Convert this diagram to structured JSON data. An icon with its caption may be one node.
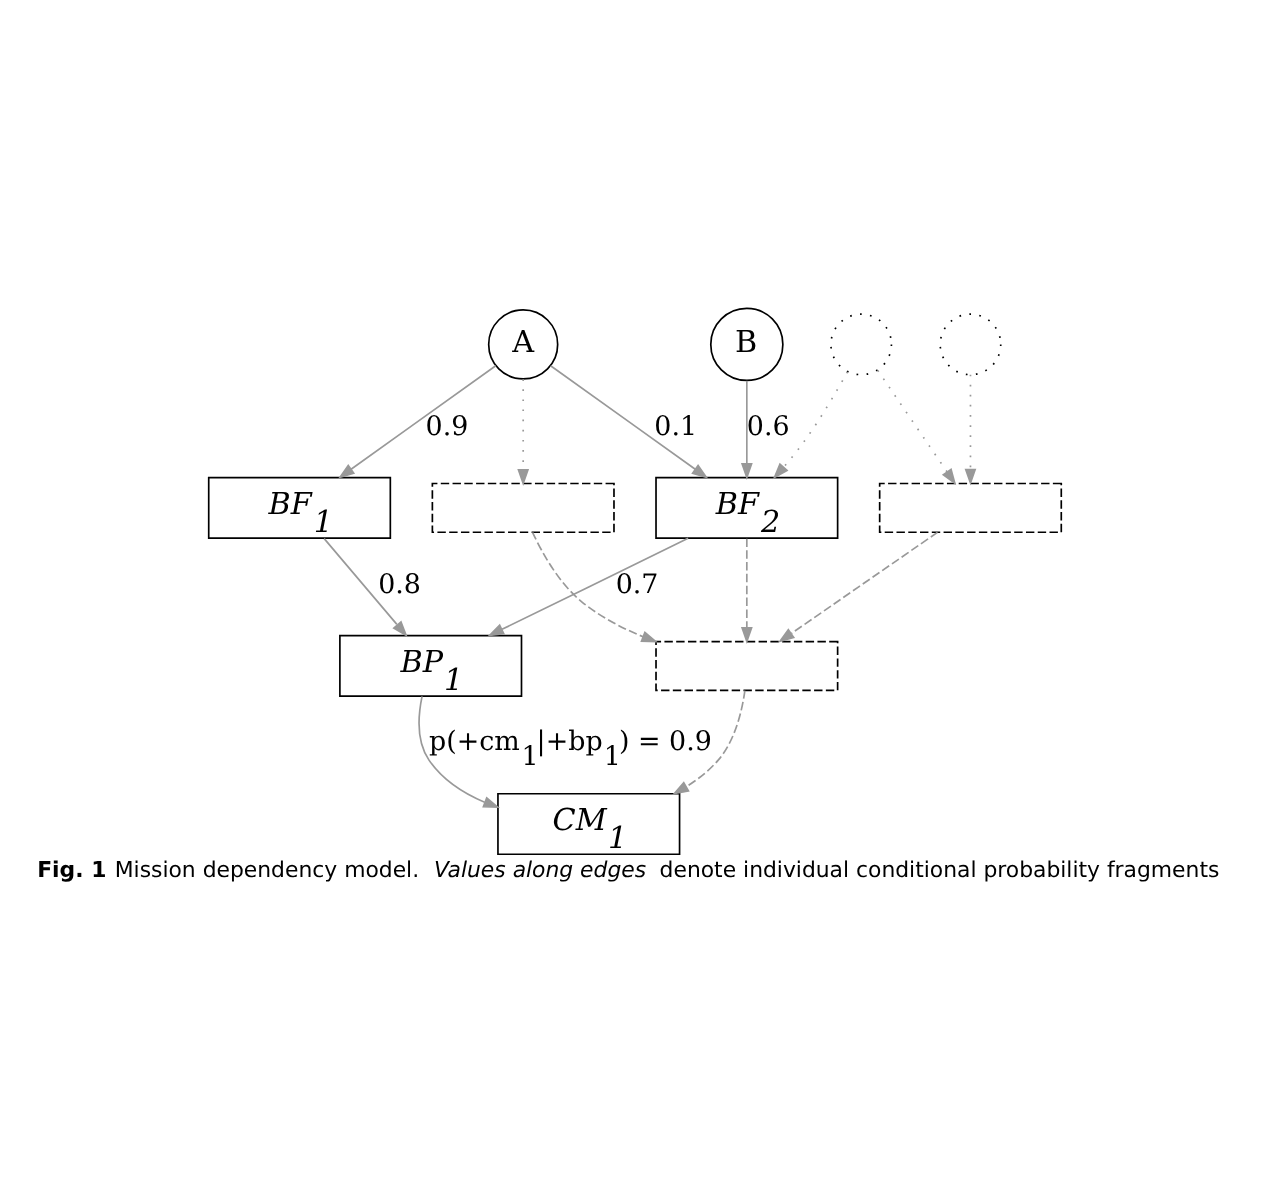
{
  "diagram": {
    "caption": "**Fig. 1** Mission dependency model. *Values along edges* denote individual conditional probability fragments",
    "nodes": [
      {
        "text": [
          "A"
        ]
      },
      {
        "text": [
          "B"
        ]
      },
      {
        "text": [],
        "shape": "circle"
      },
      {
        "text": [],
        "shape": "circle"
      },
      {
        "text": [
          "BF$_{1}$"
        ]
      },
      {
        "text": [
          "BF$_{2}$"
        ]
      },
      {
        "text": [],
        "shape": "box"
      },
      {
        "text": [],
        "shape": "box"
      },
      {
        "text": [
          "BP$_{1}$"
        ]
      },
      {
        "text": [],
        "shape": "box"
      },
      {
        "text": [
          "CM$_{1}$"
        ]
      }
    ],
    "edges": [
      {
        "from": 0,
        "to": 4,
        "arrow": "to",
        "label": "0.9"
      },
      {
        "from": 0,
        "to": 5,
        "arrow": "to",
        "label": "0.1"
      },
      {
        "from": 0,
        "to": 6,
        "arrow": "to",
        "style": "dashed"
      },
      {
        "from": 1,
        "to": 5,
        "arrow": "to",
        "label": "0.6"
      },
      {
        "from": 2,
        "to": 5,
        "arrow": "to",
        "style": "dashed"
      },
      {
        "from": 2,
        "to": 7,
        "arrow": "to",
        "style": "dashed"
      },
      {
        "from": 3,
        "to": 7,
        "arrow": "to",
        "style": "dashed"
      },
      {
        "from": 4,
        "to": 8,
        "arrow": "to",
        "label": "0.8"
      },
      {
        "from": 5,
        "to": 8,
        "arrow": "to",
        "label": "0.7"
      },
      {
        "from": 5,
        "to": 9,
        "arrow": "to",
        "style": "dashed"
      },
      {
        "from": 6,
        "to": 9,
        "arrow": "to",
        "style": "dashed"
      },
      {
        "from": 7,
        "to": 9,
        "arrow": "to",
        "style": "dashed"
      },
      {
        "from": 8,
        "to": 10,
        "arrow": "to",
        "label": "p(+cm$_{1}$|+bp$_{1}$) = 0.9"
      },
      {
        "from": 9,
        "to": 10,
        "arrow": "to",
        "style": "dashed"
      }
    ]
  }
}
